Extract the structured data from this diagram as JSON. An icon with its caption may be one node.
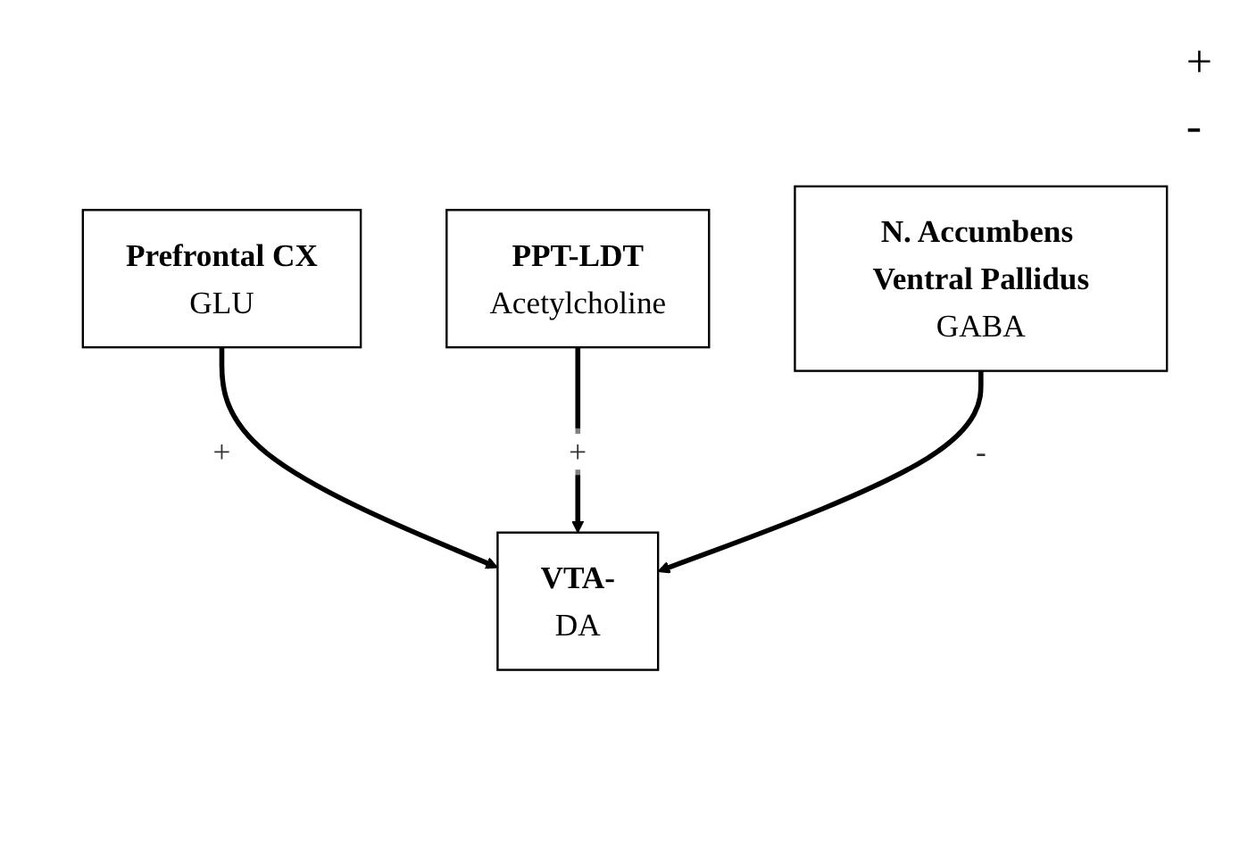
{
  "diagram": {
    "nodes": [
      {
        "text": [
          "Prefrontal CX",
          "GLU"
        ]
      },
      {
        "text": [
          "PPT-LDT",
          "Acetylcholine"
        ]
      },
      {
        "text": [
          "VTA-",
          "DA"
        ]
      },
      {
        "text": [
          "N. Accumbens Ventral Pallidus",
          "GABA"
        ]
      }
    ],
    "edges": [
      {
        "from": 0,
        "to": 2,
        "arrow": "to",
        "label": "+"
      },
      {
        "from": 1,
        "to": 2,
        "arrow": "to",
        "label": "+"
      },
      {
        "from": 3,
        "to": 2,
        "arrow": "to",
        "label": "-"
      }
    ],
    "labels": [
      "+",
      "-"
    ]
  }
}
